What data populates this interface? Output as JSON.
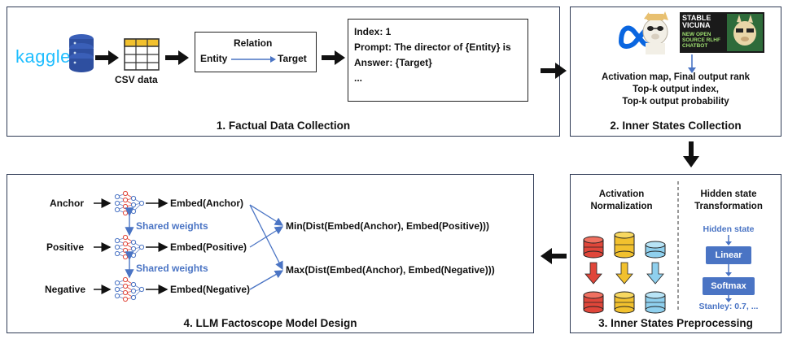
{
  "panel1": {
    "caption": "1. Factual Data Collection",
    "kaggle_logo": "kaggle",
    "csv_label": "CSV data",
    "relation_label": "Relation",
    "entity_label": "Entity",
    "target_label": "Target",
    "prompt_lines": [
      "Index: 1",
      "Prompt: The director of {Entity} is",
      "Answer: {Target}",
      "..."
    ]
  },
  "panel2": {
    "caption": "2. Inner States Collection",
    "stable_vicuna_lines": [
      "STABLE",
      "VICUNA"
    ],
    "chatbot_lines": [
      "NEW OPEN",
      "SOURCE RLHF",
      "CHATBOT"
    ],
    "output_lines": [
      "Activation map, Final output rank",
      "Top-k output index,",
      "Top-k output probability"
    ]
  },
  "panel3": {
    "caption": "3. Inner States Preprocessing",
    "left_title": [
      "Activation",
      "Normalization"
    ],
    "right_title": [
      "Hidden state",
      "Transformation"
    ],
    "hidden_state_label": "Hidden state",
    "linear_label": "Linear",
    "softmax_label": "Softmax",
    "result_label": "Stanley: 0.7, ..."
  },
  "panel4": {
    "caption": "4. LLM Factoscope Model Design",
    "inputs": [
      "Anchor",
      "Positive",
      "Negative"
    ],
    "embeds": [
      "Embed(Anchor)",
      "Embed(Positive)",
      "Embed(Negative)"
    ],
    "shared_weights": "Shared weights",
    "min_formula": "Min(Dist(Embed(Anchor), Embed(Positive)))",
    "max_formula": "Max(Dist(Embed(Anchor), Embed(Negative)))"
  },
  "colors": {
    "panel_border": "#2f3b55",
    "accent_blue": "#4a74c4",
    "kaggle_blue": "#20beff",
    "db_blue": "#2e4fa0",
    "red": "#e0463a",
    "yellow": "#f2c12e",
    "light_blue": "#8fd0ee",
    "meta_blue": "#0a66e0"
  },
  "icons": [
    "database-icon",
    "csv-table-icon",
    "meta-logo-icon",
    "llama-icon",
    "stable-vicuna-logo",
    "neural-net-icon",
    "arrow-icon"
  ]
}
